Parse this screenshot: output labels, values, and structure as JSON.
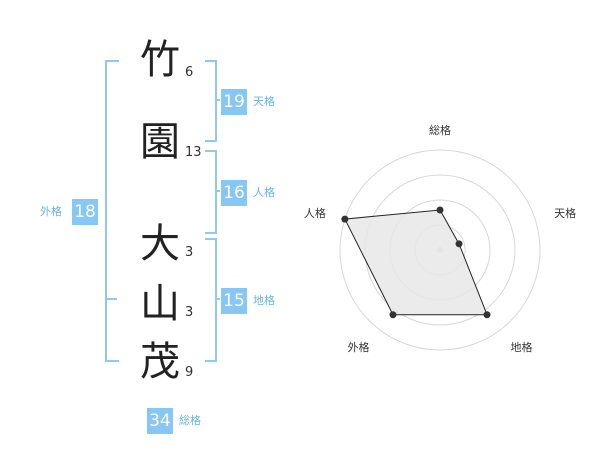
{
  "name_chars": [
    {
      "char": "竹",
      "strokes": "6"
    },
    {
      "char": "園",
      "strokes": "13"
    },
    {
      "char": "大",
      "strokes": "3"
    },
    {
      "char": "山",
      "strokes": "3"
    },
    {
      "char": "茂",
      "strokes": "9"
    }
  ],
  "fortunes": {
    "tenkaku": {
      "value": "19",
      "label": "天格"
    },
    "jinkaku": {
      "value": "16",
      "label": "人格"
    },
    "chikaku": {
      "value": "15",
      "label": "地格"
    },
    "gaikaku": {
      "value": "18",
      "label": "外格"
    },
    "soukaku": {
      "value": "34",
      "label": "総格"
    }
  },
  "colors": {
    "accent": "#86c7f5",
    "bracket": "#8fc8f0",
    "polygon_fill": "#e8e8e8"
  },
  "chart_data": {
    "type": "radar",
    "axes": [
      "総格",
      "天格",
      "地格",
      "外格",
      "人格"
    ],
    "values": [
      2,
      1,
      4,
      4,
      5
    ],
    "rmax": 5,
    "rings": 4
  }
}
